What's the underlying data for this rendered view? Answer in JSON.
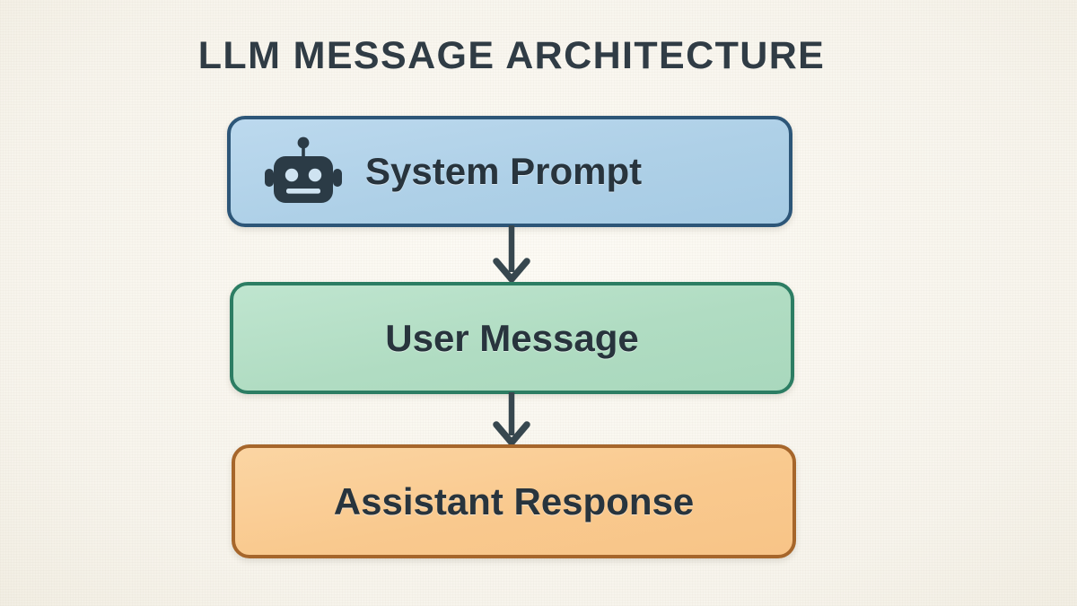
{
  "page": {
    "title": "LLM MESSAGE ARCHITECTURE",
    "background_color": "#faf8f1"
  },
  "diagram": {
    "type": "flowchart",
    "orientation": "vertical",
    "nodes": [
      {
        "id": "system-prompt",
        "label": "System Prompt",
        "icon": "robot-icon",
        "fill_color": "#aed0e7",
        "border_color": "#2d5678",
        "text_color": "#28343d"
      },
      {
        "id": "user-message",
        "label": "User Message",
        "icon": null,
        "fill_color": "#b0dcc2",
        "border_color": "#2c7d63",
        "text_color": "#28343d"
      },
      {
        "id": "assistant-response",
        "label": "Assistant Response",
        "icon": null,
        "fill_color": "#f9c98e",
        "border_color": "#a6662b",
        "text_color": "#28343d"
      }
    ],
    "connectors": [
      {
        "id": "arrow-system-to-user",
        "from": "system-prompt",
        "to": "user-message",
        "color": "#37474f"
      },
      {
        "id": "arrow-user-to-assistant",
        "from": "user-message",
        "to": "assistant-response",
        "color": "#37474f"
      }
    ]
  }
}
